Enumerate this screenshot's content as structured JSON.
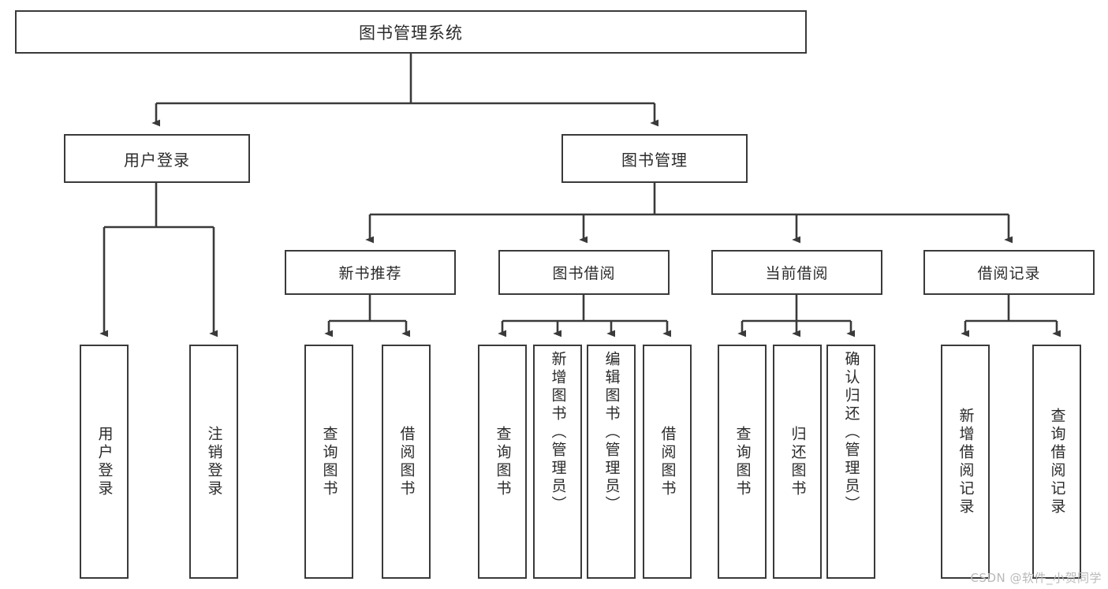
{
  "diagram": {
    "type": "tree",
    "title": "图书管理系统",
    "root": {
      "label": "图书管理系统"
    },
    "level2": [
      {
        "label": "用户登录"
      },
      {
        "label": "图书管理"
      }
    ],
    "level3": [
      {
        "label": "新书推荐"
      },
      {
        "label": "图书借阅"
      },
      {
        "label": "当前借阅"
      },
      {
        "label": "借阅记录"
      }
    ],
    "leaves": {
      "user_login": [
        {
          "label": "用户登录"
        },
        {
          "label": "注销登录"
        }
      ],
      "new_book_recommend": [
        {
          "label": "查询图书"
        },
        {
          "label": "借阅图书"
        }
      ],
      "book_borrow": [
        {
          "label": "查询图书"
        },
        {
          "label": "新增图书（管理员）"
        },
        {
          "label": "编辑图书（管理员）"
        },
        {
          "label": "借阅图书"
        }
      ],
      "current_borrow": [
        {
          "label": "查询图书"
        },
        {
          "label": "归还图书"
        },
        {
          "label": "确认归还（管理员）"
        }
      ],
      "borrow_record": [
        {
          "label": "新增借阅记录"
        },
        {
          "label": "查询借阅记录"
        }
      ]
    }
  },
  "watermark": {
    "text": "CSDN @软件_小贺同学"
  },
  "colors": {
    "box_border": "#3a3a3a",
    "box_fill": "#ffffff",
    "text": "#2b2b2b",
    "connector": "#3a3a3a",
    "watermark": "#b9b9b9",
    "page_background": "#ffffff"
  }
}
